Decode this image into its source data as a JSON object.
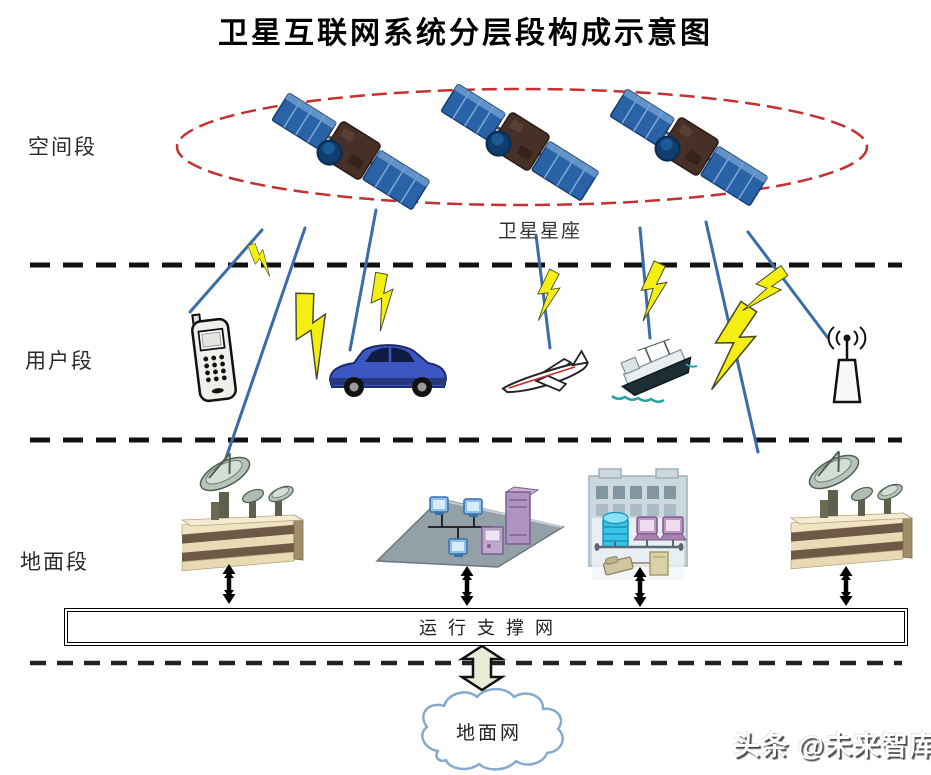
{
  "title": "卫星互联网系统分层段构成示意图",
  "layers": {
    "space": {
      "label": "空间段",
      "constellation_label": "卫星星座",
      "satellite_count": 3,
      "orbit_style": "red-dashed-ellipse"
    },
    "user": {
      "label": "用户段",
      "devices": [
        "mobile-phone",
        "car",
        "airplane",
        "ship",
        "antenna-terminal"
      ]
    },
    "ground": {
      "label": "地面段",
      "facilities": [
        "ground-station",
        "lan-network",
        "noc-building",
        "ground-station"
      ]
    }
  },
  "support_network": {
    "label": "运行支撑网"
  },
  "ground_network": {
    "label": "地面网"
  },
  "watermark": "头条 @未来智库",
  "colors": {
    "orbit_red": "#c53030",
    "beam_blue": "#3a6ca8",
    "bolt_yellow": "#f4ef12",
    "separator_black": "#111111",
    "block_arrow_fill": "#e9edd6",
    "cloud_stroke": "#86a9ce",
    "panel_blue": "#2a62a8",
    "station_cream": "#e9dab4",
    "station_brown": "#6e5947"
  }
}
